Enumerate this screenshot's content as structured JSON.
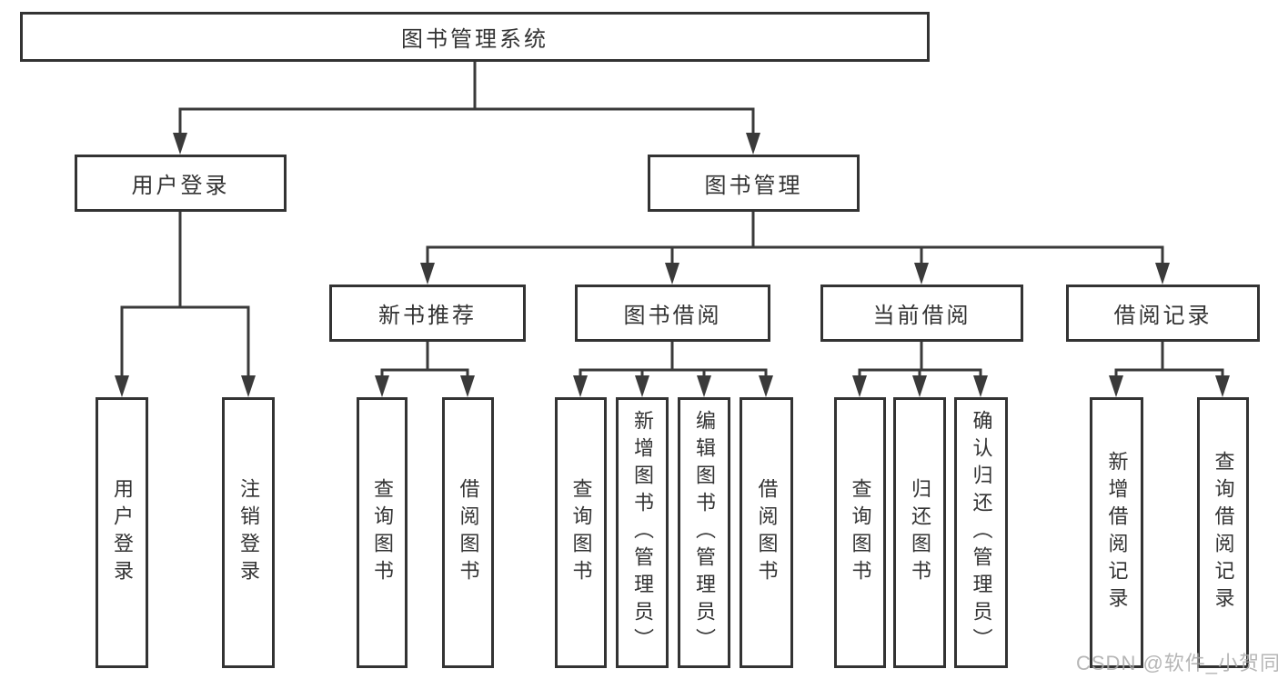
{
  "tree": {
    "root": {
      "label": "图书管理系统",
      "children": [
        {
          "label": "用户登录",
          "children": [
            {
              "label": "用户登录"
            },
            {
              "label": "注销登录"
            }
          ]
        },
        {
          "label": "图书管理",
          "children": [
            {
              "label": "新书推荐",
              "children": [
                {
                  "label": "查询图书"
                },
                {
                  "label": "借阅图书"
                }
              ]
            },
            {
              "label": "图书借阅",
              "children": [
                {
                  "label": "查询图书"
                },
                {
                  "label": "新增图书（管理员）"
                },
                {
                  "label": "编辑图书（管理员）"
                },
                {
                  "label": "借阅图书"
                }
              ]
            },
            {
              "label": "当前借阅",
              "children": [
                {
                  "label": "查询图书"
                },
                {
                  "label": "归还图书"
                },
                {
                  "label": "确认归还（管理员）"
                }
              ]
            },
            {
              "label": "借阅记录",
              "children": [
                {
                  "label": "新增借阅记录"
                },
                {
                  "label": "查询借阅记录"
                }
              ]
            }
          ]
        }
      ]
    }
  },
  "watermark": "CSDN @软件_小贺同学",
  "colors": {
    "line": "#3a3a3a",
    "box_border": "#333333",
    "text": "#333333",
    "watermark": "#aaaaaa",
    "background": "#ffffff"
  }
}
